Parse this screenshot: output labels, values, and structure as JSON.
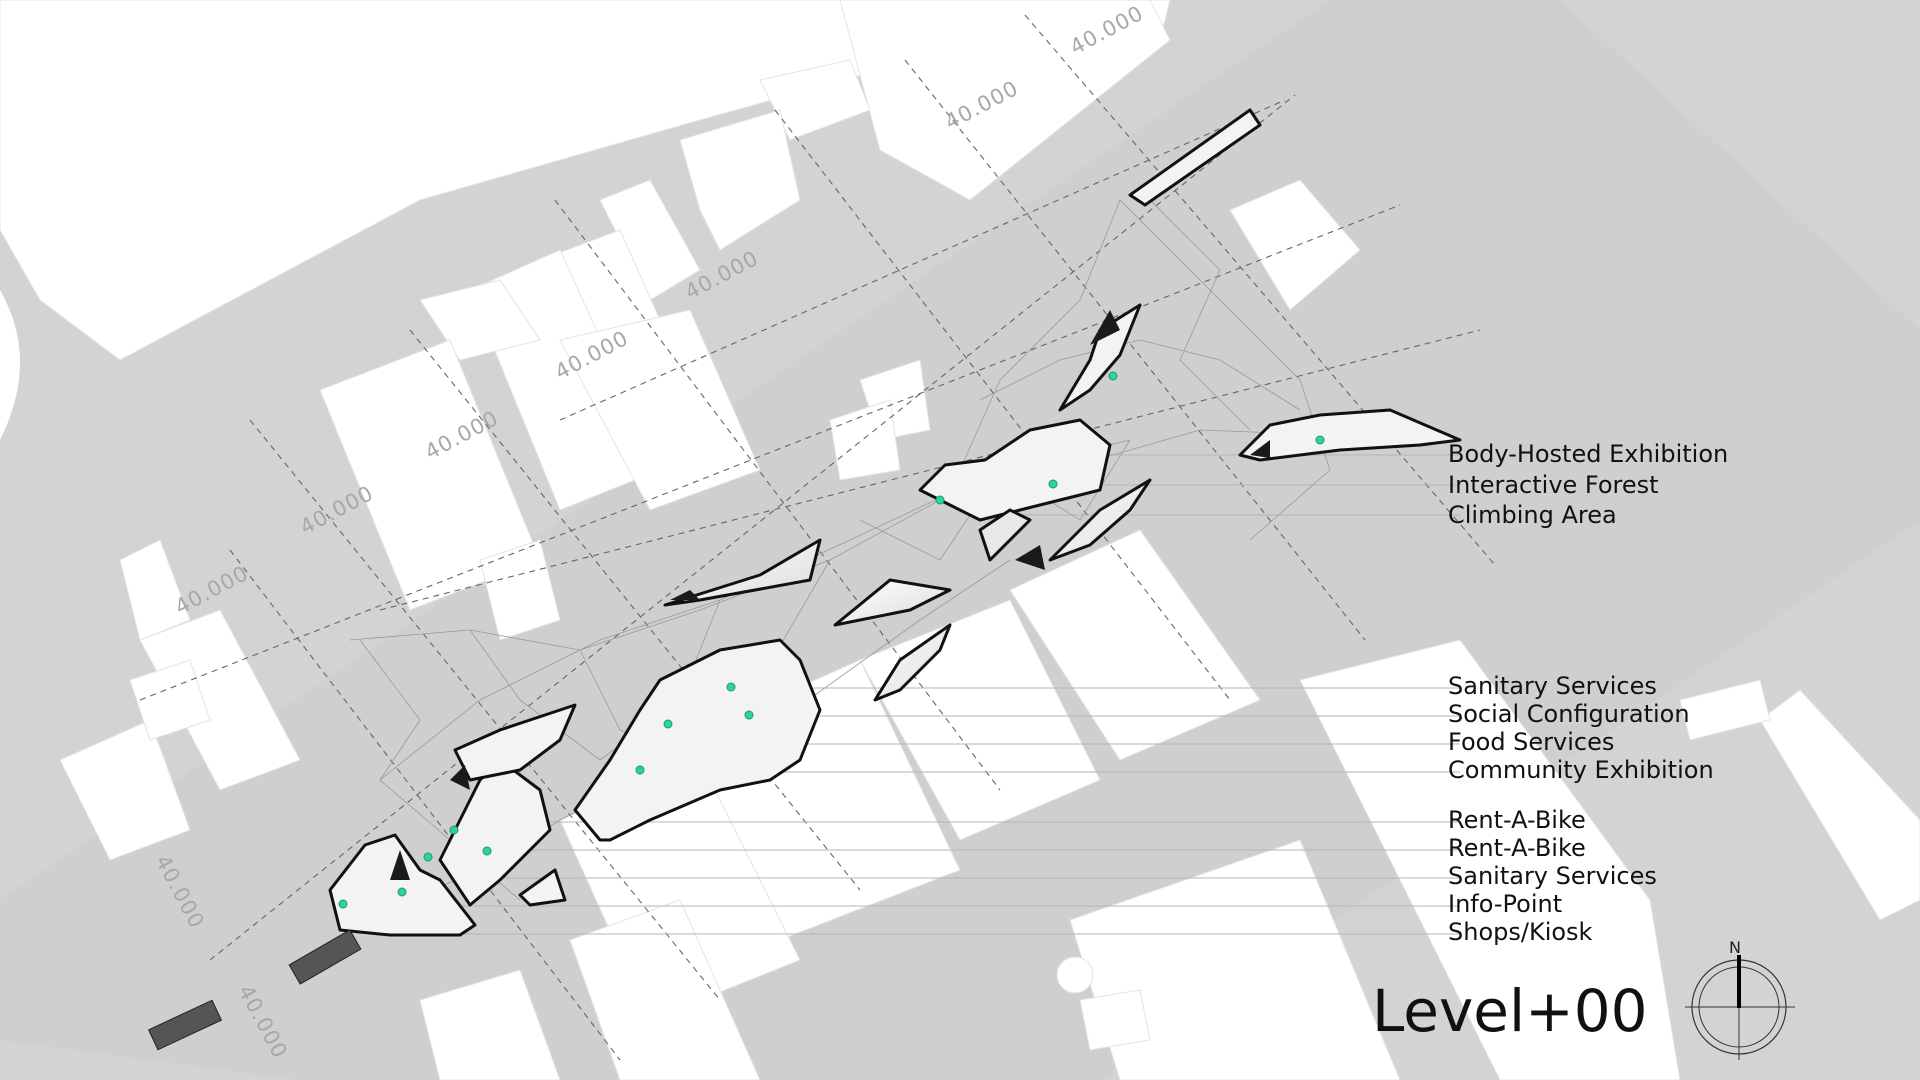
{
  "plan": {
    "title": "Level+00",
    "north": "N",
    "dimension_label": "40.000",
    "colors": {
      "ground": "#d3d3d3",
      "building": "#ffffff",
      "pavilion_fill": "#f2f2f2",
      "pavilion_edge": "#111111",
      "marker": "#2fd39a",
      "leader_line": "#b0b0b0"
    }
  },
  "legend_groups": [
    {
      "items": [
        "Body-Hosted Exhibition",
        "Interactive Forest",
        "Climbing Area"
      ]
    },
    {
      "items": [
        "Sanitary Services",
        "Social Configuration",
        "Food Services",
        "Community Exhibition"
      ]
    },
    {
      "items": [
        "Rent-A-Bike",
        "Rent-A-Bike",
        "Sanitary Services",
        "Info-Point",
        "Shops/Kiosk"
      ]
    }
  ]
}
